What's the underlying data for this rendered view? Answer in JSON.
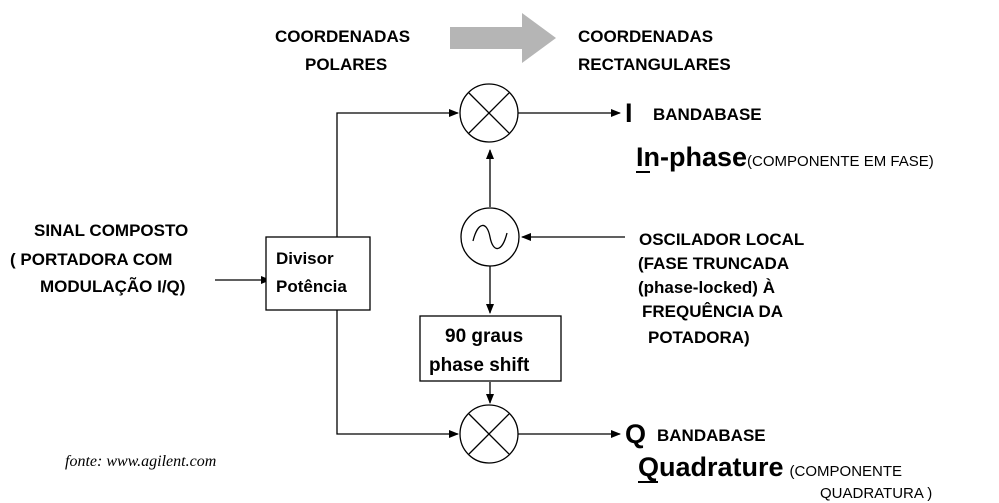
{
  "header": {
    "left_line1": "COORDENADAS",
    "left_line2": "POLARES",
    "right_line1": "COORDENADAS",
    "right_line2": "RECTANGULARES",
    "arrow_color": "#b5b5b5"
  },
  "input": {
    "line1": "SINAL COMPOSTO",
    "line2": "( PORTADORA  COM",
    "line3": "MODULAÇÃO I/Q)"
  },
  "splitter": {
    "line1": "Divisor",
    "line2": "Potência"
  },
  "phase_shift": {
    "line1": "90 graus",
    "line2": "phase shift"
  },
  "oscillator": {
    "line1": "OSCILADOR LOCAL",
    "line2": "(FASE TRUNCADA",
    "line3": "(phase-locked) À",
    "line4": "FREQUÊNCIA DA",
    "line5": "POTADORA)"
  },
  "i_output": {
    "letter": "I",
    "label": "BANDABASE",
    "big_text": "In-phase",
    "note": "(COMPONENTE EM FASE)"
  },
  "q_output": {
    "letter": "Q",
    "label": "BANDABASE",
    "big_text": "Quadrature",
    "note_line1": "(COMPONENTE",
    "note_line2": "QUADRATURA )"
  },
  "source": "fonte: www.agilent.com",
  "icons": {
    "mixer": "multiplier-x-circle-icon",
    "oscillator": "sine-wave-circle-icon"
  }
}
